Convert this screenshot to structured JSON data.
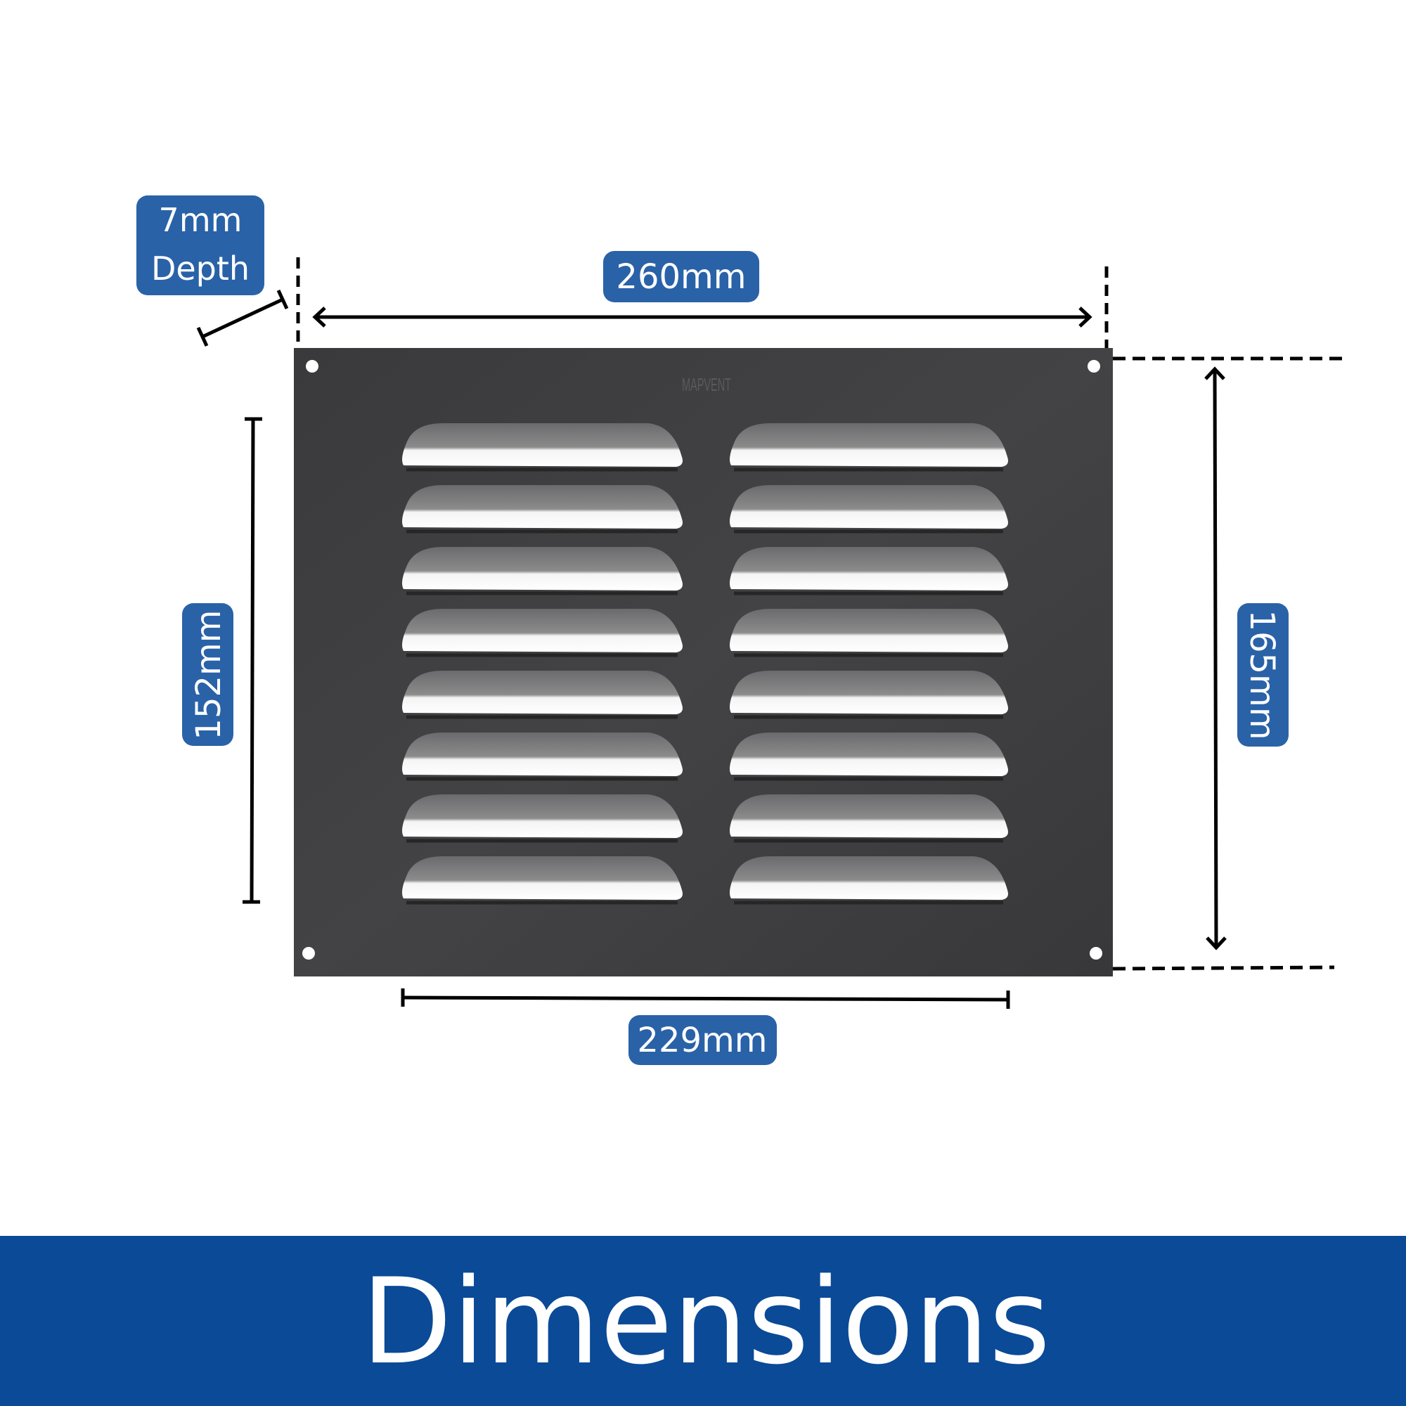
{
  "colors": {
    "banner": "#0a4a97",
    "label_bg": "#2a62a8",
    "plate": "#3d3d3f",
    "line": "#000000"
  },
  "dimensions": {
    "depth_value": "7mm",
    "depth_word": "Depth",
    "width_overall": "260mm",
    "height_inner": "152mm",
    "height_overall": "165mm",
    "width_inner": "229mm"
  },
  "product": {
    "logo_text": "MAPVENT",
    "louver_rows": 8,
    "louver_columns": 2
  },
  "banner": {
    "title": "Dimensions"
  }
}
